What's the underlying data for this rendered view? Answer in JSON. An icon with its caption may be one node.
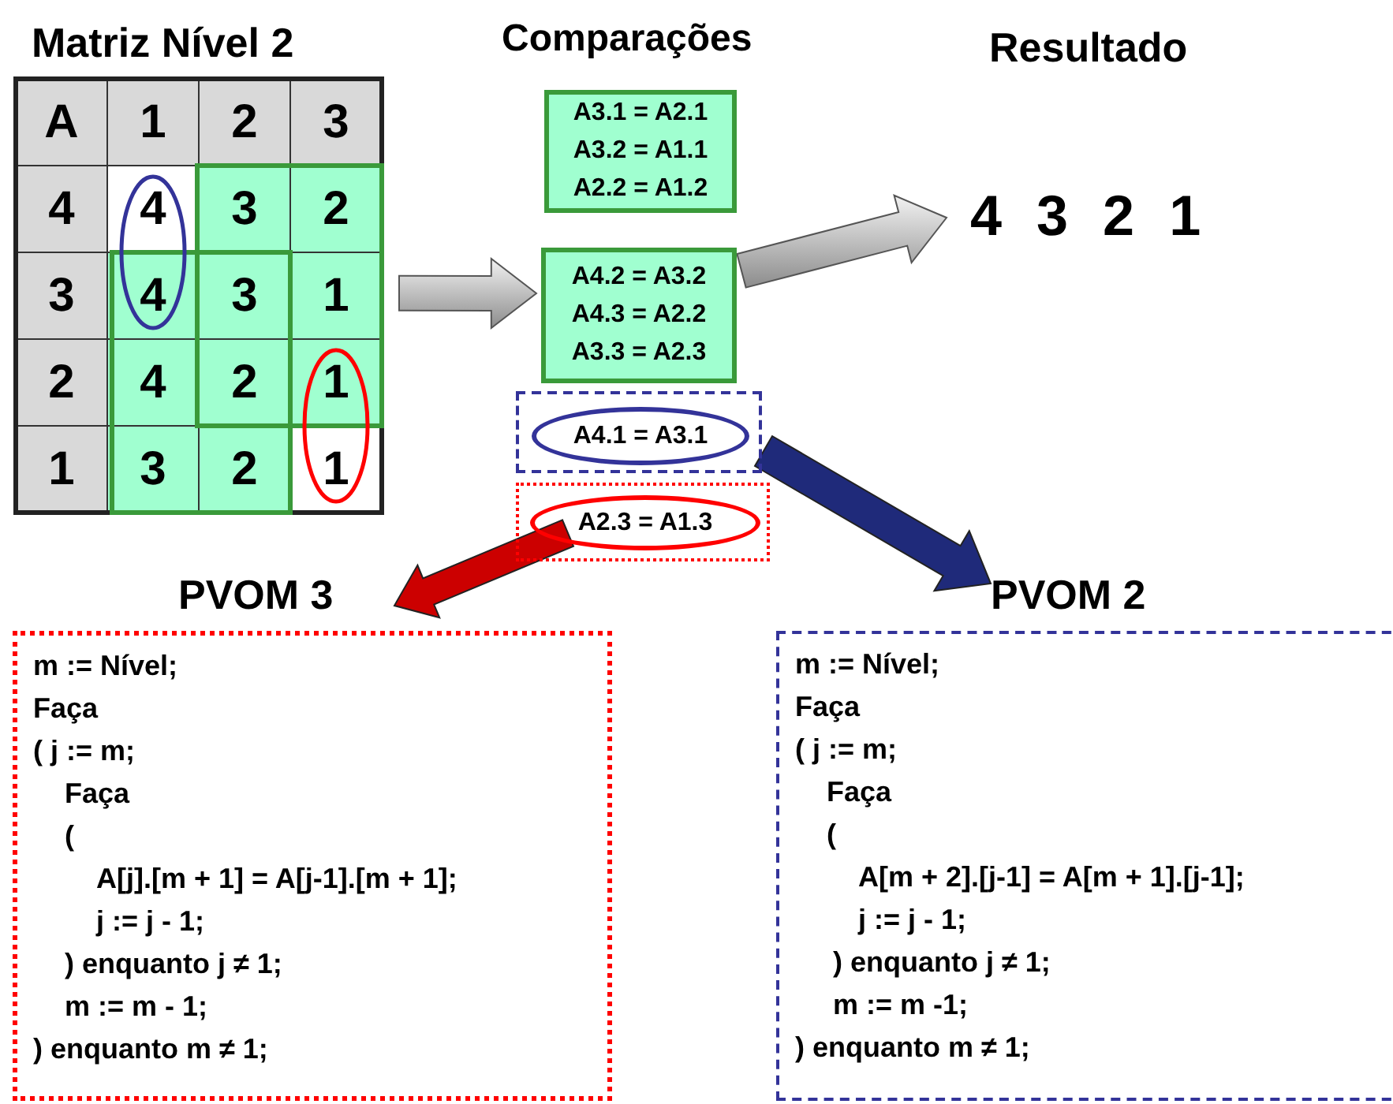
{
  "diagram": {
    "nodes": [
      {
        "text": [
          "Matriz Nível 2"
        ]
      },
      {
        "text": [
          "A3.1 = A2.1",
          "A3.2 = A1.1",
          "A2.2 = A1.2"
        ]
      },
      {
        "text": [
          "A4.2 = A3.2",
          "A4.3 = A2.2",
          "A3.3 = A2.3"
        ]
      },
      {
        "text": [],
        "shape": "box"
      },
      {
        "text": [
          "A4.1 = A3.1"
        ],
        "in": 3
      },
      {
        "text": [],
        "shape": "box"
      },
      {
        "text": [
          "A2.3 = A1.3"
        ],
        "in": 5
      },
      {
        "text": [
          "4 3 2 1"
        ]
      },
      {
        "text": [
          "PVOM 3",
          "m := Nível;",
          "Faça",
          "( j := m;",
          "Faça",
          "(",
          "A[j].[m + 1] = A[j-1].[m + 1];",
          "j := j - 1;",
          ") enquanto j ≠ 1;",
          "m := m - 1;",
          ") enquanto m ≠ 1;"
        ]
      },
      {
        "text": [
          "PVOM 2",
          "m := Nível;",
          "Faça",
          "( j := m;",
          "Faça",
          "(",
          "A[m + 2].[j-1] = A[m + 1].[j-1];",
          "j := j - 1;",
          ") enquanto j ≠ 1;",
          "m := m -1;",
          ") enquanto m ≠ 1;"
        ]
      }
    ],
    "edges": [
      {
        "from": 0,
        "to": 2,
        "arrow": "to",
        "style": "thick",
        "color": "#a6a6a6"
      },
      {
        "from": 2,
        "to": 7,
        "arrow": "to",
        "style": "thick",
        "color": "#a6a6a6"
      },
      {
        "from": 3,
        "to": 9,
        "arrow": "to",
        "style": "thick",
        "color": "#1f2a7a"
      },
      {
        "from": 5,
        "to": 8,
        "arrow": "to",
        "style": "thick",
        "color": "#cc0000"
      }
    ],
    "labels": [
      "Comparações",
      "Resultado",
      "A",
      "1",
      "2",
      "3",
      "4",
      "4",
      "3",
      "2",
      "3",
      "4",
      "3",
      "1",
      "2",
      "4",
      "2",
      "1",
      "1",
      "3",
      "2",
      "1"
    ]
  }
}
